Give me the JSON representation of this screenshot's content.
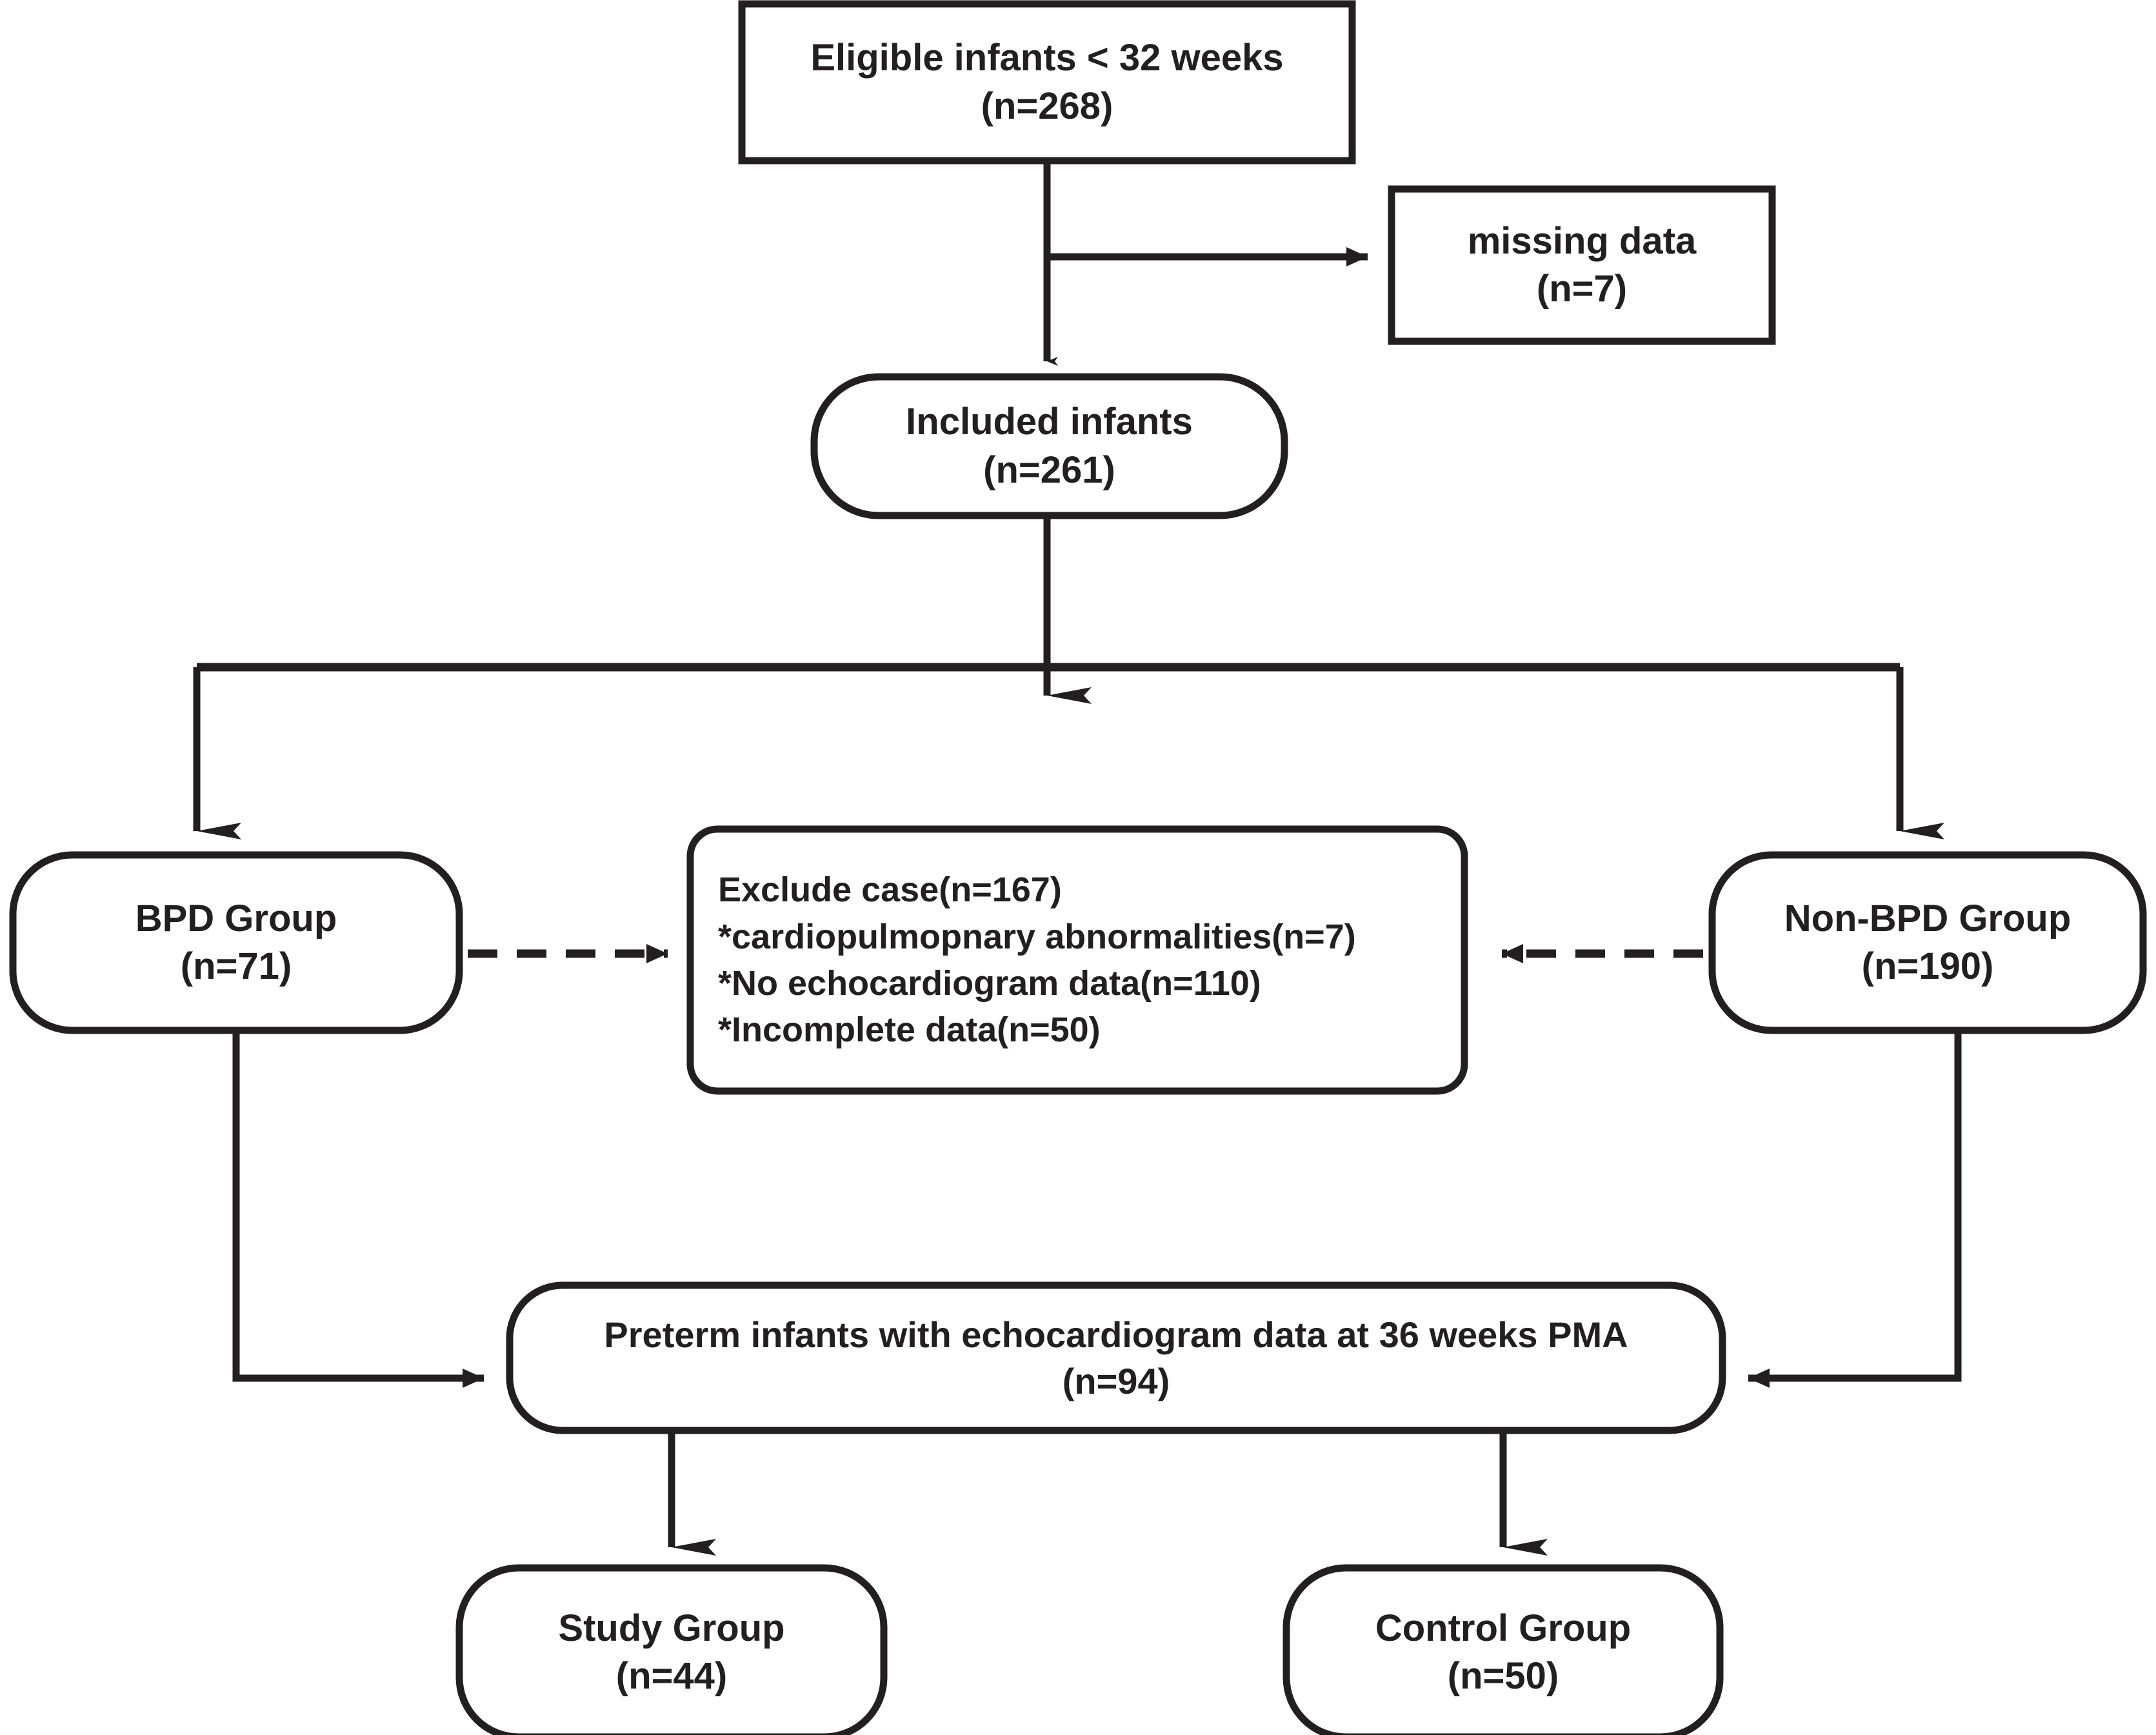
{
  "diagram": {
    "title": "Study participant flow diagram",
    "type": "flowchart",
    "stroke_color": "#231f20",
    "background_color": "#ffffff",
    "text_color": "#231f20"
  },
  "nodes": {
    "eligible": {
      "id": "eligible-infants",
      "shape": "rectangle",
      "line1": "Eligible infants < 32 weeks",
      "line2": "(n=268)",
      "count": 268
    },
    "missing": {
      "id": "missing-data",
      "shape": "rectangle",
      "line1": "missing data",
      "line2": "(n=7)",
      "count": 7
    },
    "included": {
      "id": "included-infants",
      "shape": "rounded-rectangle",
      "line1": "Included infants",
      "line2": "(n=261)",
      "count": 261
    },
    "bpd": {
      "id": "bpd-group",
      "shape": "rounded-rectangle",
      "line1": "BPD Group",
      "line2": "(n=71)",
      "count": 71
    },
    "nonbpd": {
      "id": "non-bpd-group",
      "shape": "rounded-rectangle",
      "line1": "Non-BPD Group",
      "line2": "(n=190)",
      "count": 190
    },
    "exclude": {
      "id": "exclude-cases",
      "shape": "rounded-rectangle",
      "line1": "Exclude case(n=167)",
      "line2": "*cardiopulmopnary abnormalities(n=7)",
      "line3": "*No echocardiogram data(n=110)",
      "line4": "*Incomplete data(n=50)",
      "total_excluded": 167,
      "reasons": [
        {
          "label": "cardiopulmopnary abnormalities",
          "count": 7
        },
        {
          "label": "No echocardiogram data",
          "count": 110
        },
        {
          "label": "Incomplete data",
          "count": 50
        }
      ]
    },
    "preterm": {
      "id": "preterm-echo",
      "shape": "rounded-rectangle",
      "line1": "Preterm infants with echocardiogram data at 36 weeks PMA",
      "line2": "(n=94)",
      "count": 94
    },
    "study": {
      "id": "study-group",
      "shape": "rounded-rectangle",
      "line1": "Study Group",
      "line2": "(n=44)",
      "count": 44
    },
    "control": {
      "id": "control-group",
      "shape": "rounded-rectangle",
      "line1": "Control Group",
      "line2": "(n=50)",
      "count": 50
    }
  },
  "edges": [
    {
      "from": "eligible",
      "to": "missing",
      "style": "solid",
      "arrow": "single"
    },
    {
      "from": "eligible",
      "to": "included",
      "style": "solid",
      "arrow": "single"
    },
    {
      "from": "included",
      "to": "bpd",
      "style": "solid",
      "arrow": "single"
    },
    {
      "from": "included",
      "to": "nonbpd",
      "style": "solid",
      "arrow": "single"
    },
    {
      "from": "bpd",
      "to": "exclude",
      "style": "dashed",
      "arrow": "single"
    },
    {
      "from": "nonbpd",
      "to": "exclude",
      "style": "dashed",
      "arrow": "single"
    },
    {
      "from": "bpd",
      "to": "preterm",
      "style": "solid",
      "arrow": "single"
    },
    {
      "from": "nonbpd",
      "to": "preterm",
      "style": "solid",
      "arrow": "single"
    },
    {
      "from": "preterm",
      "to": "study",
      "style": "solid",
      "arrow": "single"
    },
    {
      "from": "preterm",
      "to": "control",
      "style": "solid",
      "arrow": "single"
    }
  ]
}
